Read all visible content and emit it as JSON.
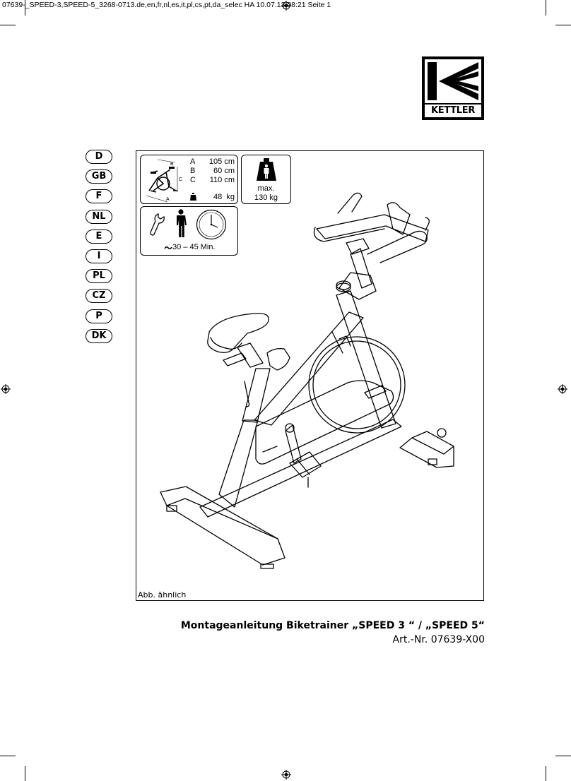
{
  "header": {
    "print_line": "07639-_SPEED-3,SPEED-5_3268-0713.de,en,fr,nl,es,it,pl,cs,pt,da_selec HA  10.07.13  08:21  Seite 1"
  },
  "logo": {
    "brand": "KETTLER"
  },
  "languages": [
    "D",
    "GB",
    "F",
    "NL",
    "E",
    "I",
    "PL",
    "CZ",
    "P",
    "DK"
  ],
  "dimensions": {
    "rows": [
      {
        "letter": "A",
        "value": "105 cm"
      },
      {
        "letter": "B",
        "value": "60 cm"
      },
      {
        "letter": "C",
        "value": "110 cm"
      }
    ],
    "weight": "48  kg",
    "diagram_labels": {
      "a": "A",
      "b": "B",
      "c": "C"
    }
  },
  "max_load": {
    "label": "max.",
    "value": "130 kg"
  },
  "assembly": {
    "time": "30 – 45 Min."
  },
  "illustration": {
    "caption": "Abb. ähnlich"
  },
  "document": {
    "title": "Montageanleitung Biketrainer „SPEED 3 “ / „SPEED 5“",
    "article_number": "Art.-Nr. 07639-X00"
  },
  "icons": [
    "registration-mark",
    "kettler-logo-icon",
    "bike-outline-icon",
    "weight-icon",
    "person-weight-icon",
    "wrench-icon",
    "person-icon",
    "clock-icon",
    "tilde-icon",
    "exercise-bike-illustration"
  ]
}
